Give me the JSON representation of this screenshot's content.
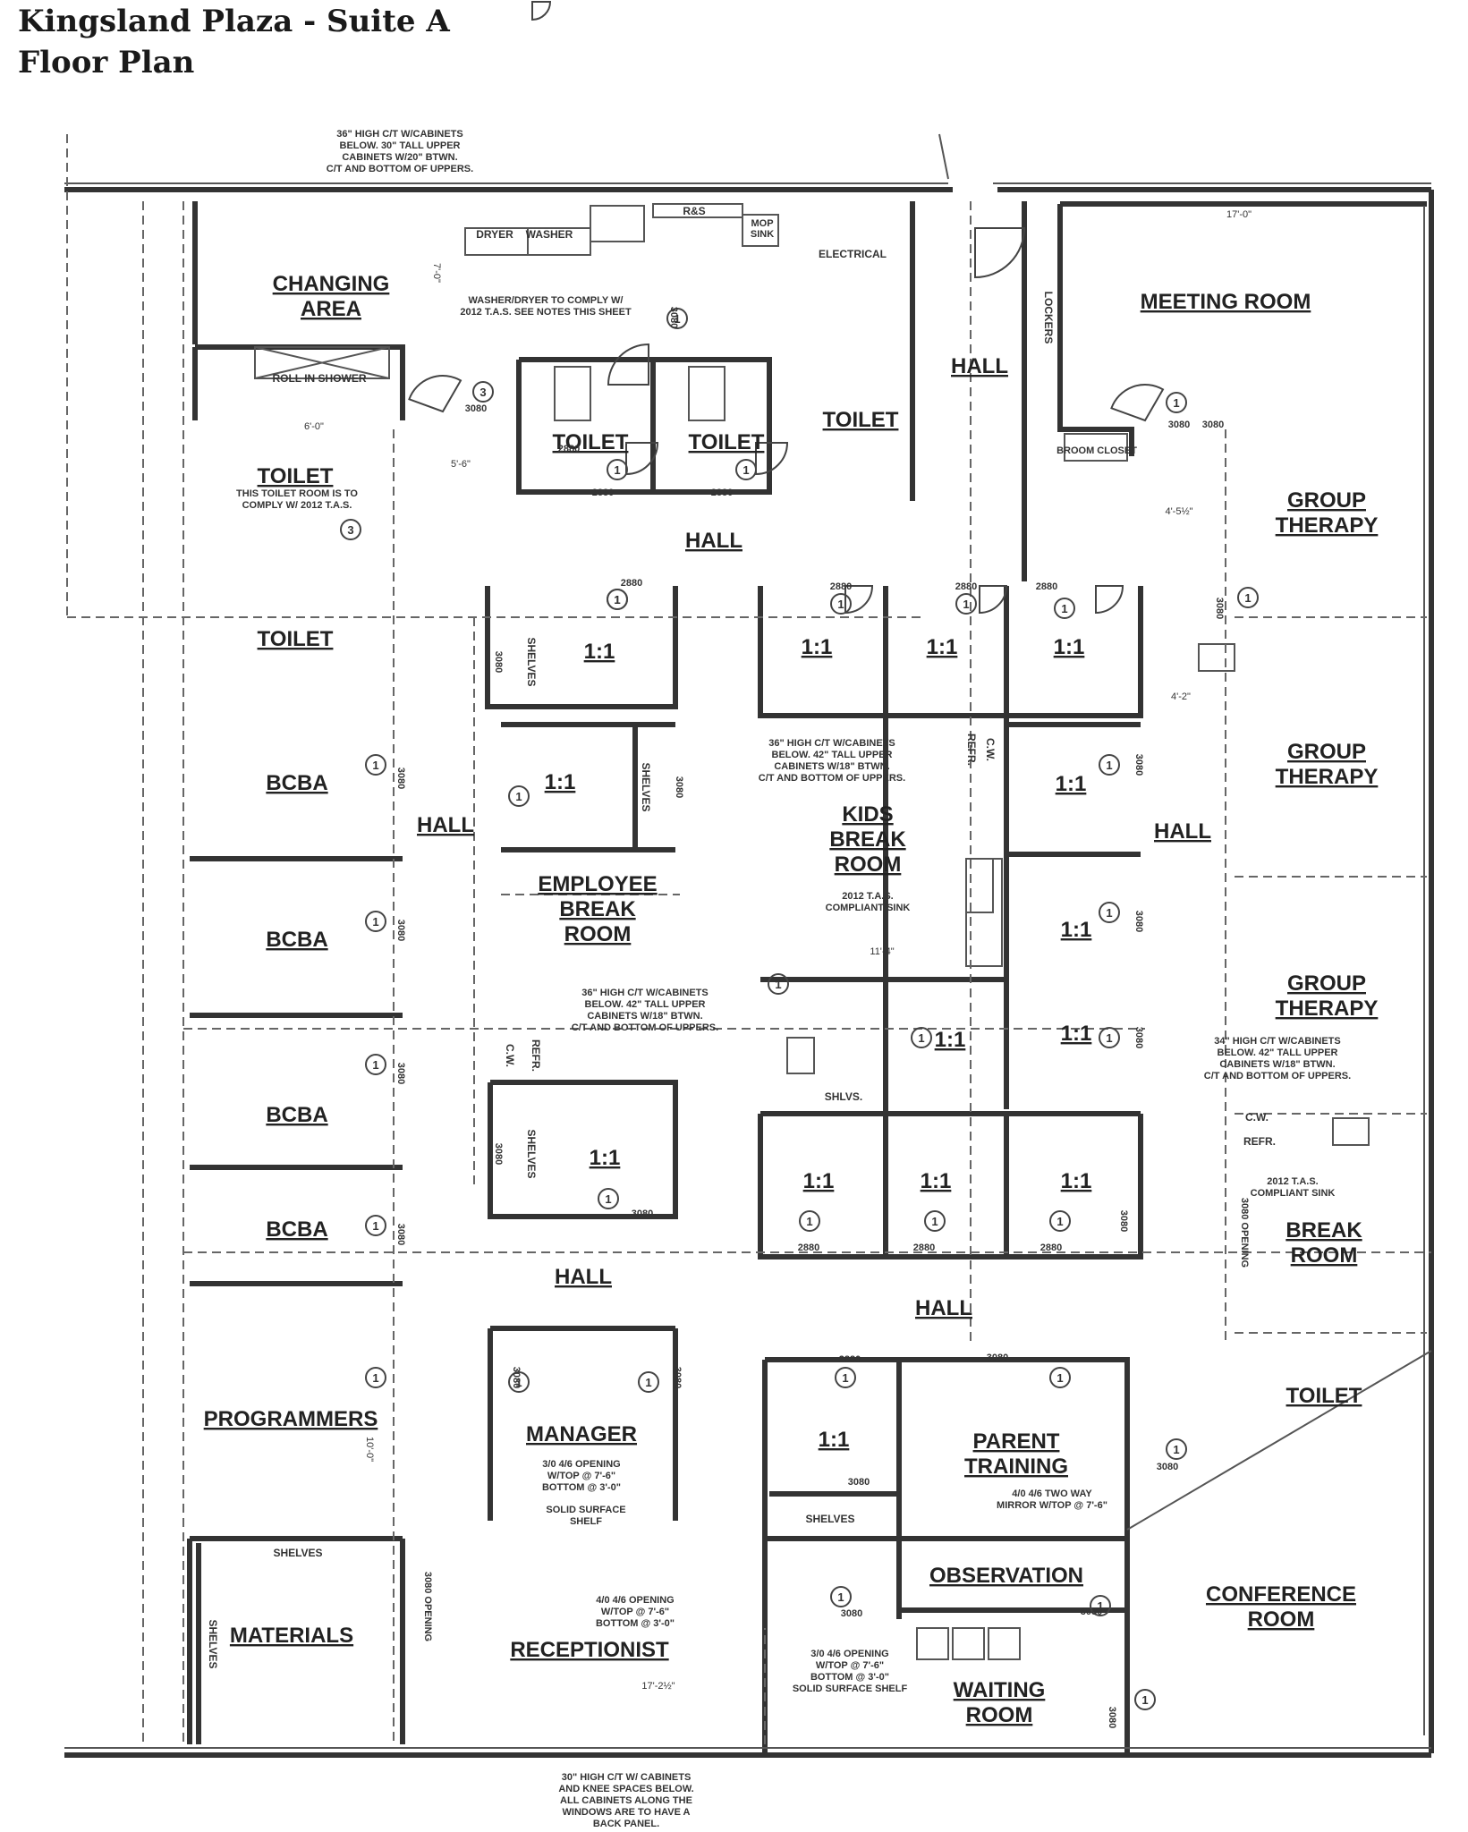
{
  "header": {
    "title_line1": "Kingsland Plaza - Suite A",
    "title_line2": "Floor Plan"
  },
  "rooms": {
    "changing_area": [
      "CHANGING",
      "AREA"
    ],
    "meeting_room": "MEETING ROOM",
    "hall": "HALL",
    "toilet": "TOILET",
    "group_therapy": [
      "GROUP",
      "THERAPY"
    ],
    "one_to_one": "1:1",
    "bcba": "BCBA",
    "kids_break_room": [
      "KIDS",
      "BREAK",
      "ROOM"
    ],
    "employee_break_room": [
      "EMPLOYEE",
      "BREAK",
      "ROOM"
    ],
    "break_room": [
      "BREAK",
      "ROOM"
    ],
    "programmers": "PROGRAMMERS",
    "manager": "MANAGER",
    "parent_training": [
      "PARENT",
      "TRAINING"
    ],
    "observation": "OBSERVATION",
    "conference_room": [
      "CONFERENCE",
      "ROOM"
    ],
    "materials": "MATERIALS",
    "receptionist": "RECEPTIONIST",
    "waiting_room": [
      "WAITING",
      "ROOM"
    ]
  },
  "fixtures": {
    "dryer": "DRYER",
    "washer": "WASHER",
    "rs": "R&S",
    "mop_sink": [
      "MOP",
      "SINK"
    ],
    "electrical": "ELECTRICAL",
    "lockers": "LOCKERS",
    "roll_in_shower": "ROLL IN SHOWER",
    "broom_closet": "BROOM CLOSET",
    "shelves": "SHELVES",
    "shlvs": "SHLVS.",
    "refr": "REFR.",
    "cw": "C.W."
  },
  "notes": {
    "top_cabinets": [
      "36\" HIGH C/T W/CABINETS",
      "BELOW. 30\" TALL UPPER",
      "CABINETS W/20\" BTWN.",
      "C/T AND BOTTOM OF UPPERS."
    ],
    "washer_dryer": [
      "WASHER/DRYER TO COMPLY W/",
      "2012 T.A.S. SEE NOTES THIS SHEET"
    ],
    "toilet_comply": [
      "THIS TOILET ROOM IS TO",
      "COMPLY W/ 2012 T.A.S."
    ],
    "kids_cabinets": [
      "36\" HIGH C/T W/CABINETS",
      "BELOW. 42\" TALL UPPER",
      "CABINETS W/18\" BTWN.",
      "C/T AND BOTTOM OF UPPERS."
    ],
    "tas_sink": [
      "2012 T.A.S.",
      "COMPLIANT SINK"
    ],
    "employee_cabinets": [
      "36\" HIGH C/T W/CABINETS",
      "BELOW. 42\" TALL UPPER",
      "CABINETS W/18\" BTWN.",
      "C/T AND BOTTOM OF UPPERS."
    ],
    "break_cabinets": [
      "34\" HIGH C/T W/CABINETS",
      "BELOW. 42\" TALL UPPER",
      "CABINETS W/18\" BTWN.",
      "C/T AND BOTTOM OF UPPERS."
    ],
    "manager_opening": [
      "3/0 4/6 OPENING",
      "W/TOP @ 7'-6\"",
      "BOTTOM @ 3'-0\""
    ],
    "solid_shelf": [
      "SOLID SURFACE",
      "SHELF"
    ],
    "recep_opening": [
      "4/0 4/6 OPENING",
      "W/TOP @ 7'-6\"",
      "BOTTOM @ 3'-0\""
    ],
    "mirror": [
      "4/0 4/6 TWO WAY",
      "MIRROR W/TOP @ 7'-6\""
    ],
    "waiting_opening": [
      "3/0 4/6 OPENING",
      "W/TOP @ 7'-6\"",
      "BOTTOM @ 3'-0\"",
      "SOLID SURFACE SHELF"
    ],
    "bottom_cabinets": [
      "30\" HIGH C/T W/ CABINETS",
      "AND KNEE SPACES BELOW.",
      "ALL CABINETS ALONG THE",
      "WINDOWS ARE TO HAVE A",
      "BACK PANEL."
    ]
  },
  "door_tags": {
    "d3080": "3080",
    "d2880": "2880",
    "d3080_opening": "3080 OPENING",
    "tag1": "1",
    "tag3": "3"
  },
  "dimensions": {
    "d17_0": "17'-0\"",
    "d11_4": "11'-4\"",
    "d17_2": "17'-2½\"",
    "d6_0": "6'-0\"",
    "d5_6": "5'-6\"",
    "d4_5": "4'-5½\"",
    "d4_2": "4'-2\"",
    "d7_0": "7'-0\"",
    "d10_0": "10'-0\""
  }
}
